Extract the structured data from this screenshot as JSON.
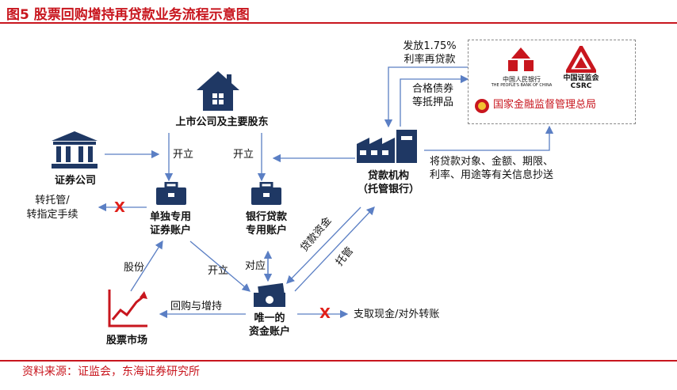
{
  "header": {
    "title": "图5  股票回购增持再贷款业务流程示意图"
  },
  "footer": {
    "source": "资料来源：证监会，东海证券研究所"
  },
  "colors": {
    "accent_red": "#c8161e",
    "navy": "#1f3864",
    "arrow_blue": "#5b7fc4",
    "cross_red": "#e0201a"
  },
  "nodes": {
    "listed_company": "上市公司及主要股东",
    "securities_company": "证券公司",
    "lender_line1": "贷款机构",
    "lender_line2": "（托管银行）",
    "dedicated_account_line1": "单独专用",
    "dedicated_account_line2": "证券账户",
    "bank_loan_account_line1": "银行贷款",
    "bank_loan_account_line2": "专用账户",
    "fund_account_line1": "唯一的",
    "fund_account_line2": "资金账户",
    "stock_market": "股票市场"
  },
  "edges": {
    "open_1": "开立",
    "open_2": "开立",
    "open_3": "开立",
    "transfer_custody_line1": "转托管/",
    "transfer_custody_line2": "转指定手续",
    "shares": "股份",
    "corresponding": "对应",
    "buyback": "回购与增持",
    "cash_withdraw": "支取现金/对外转账",
    "loan_funds": "贷款资金",
    "custody": "托管",
    "relending_line1": "发放1.75%",
    "relending_line2": "利率再贷款",
    "collateral_line1": "合格债券",
    "collateral_line2": "等抵押品",
    "info_line1": "将贷款对象、金额、期限、",
    "info_line2": "利率、用途等有关信息抄送",
    "cross_mark": "X"
  },
  "agencies": {
    "pboc_name": "中国人民银行",
    "pboc_en": "THE PEOPLE'S BANK OF CHINA",
    "csrc_name": "中国证监会",
    "csrc_en": "CSRC",
    "nfra_name": "国家金融监督管理总局"
  },
  "icons": [
    "house-icon",
    "bank-building-icon",
    "briefcase-icon",
    "money-bills-icon",
    "stock-chart-icon",
    "factory-icon",
    "pboc-logo",
    "csrc-logo",
    "national-emblem"
  ]
}
